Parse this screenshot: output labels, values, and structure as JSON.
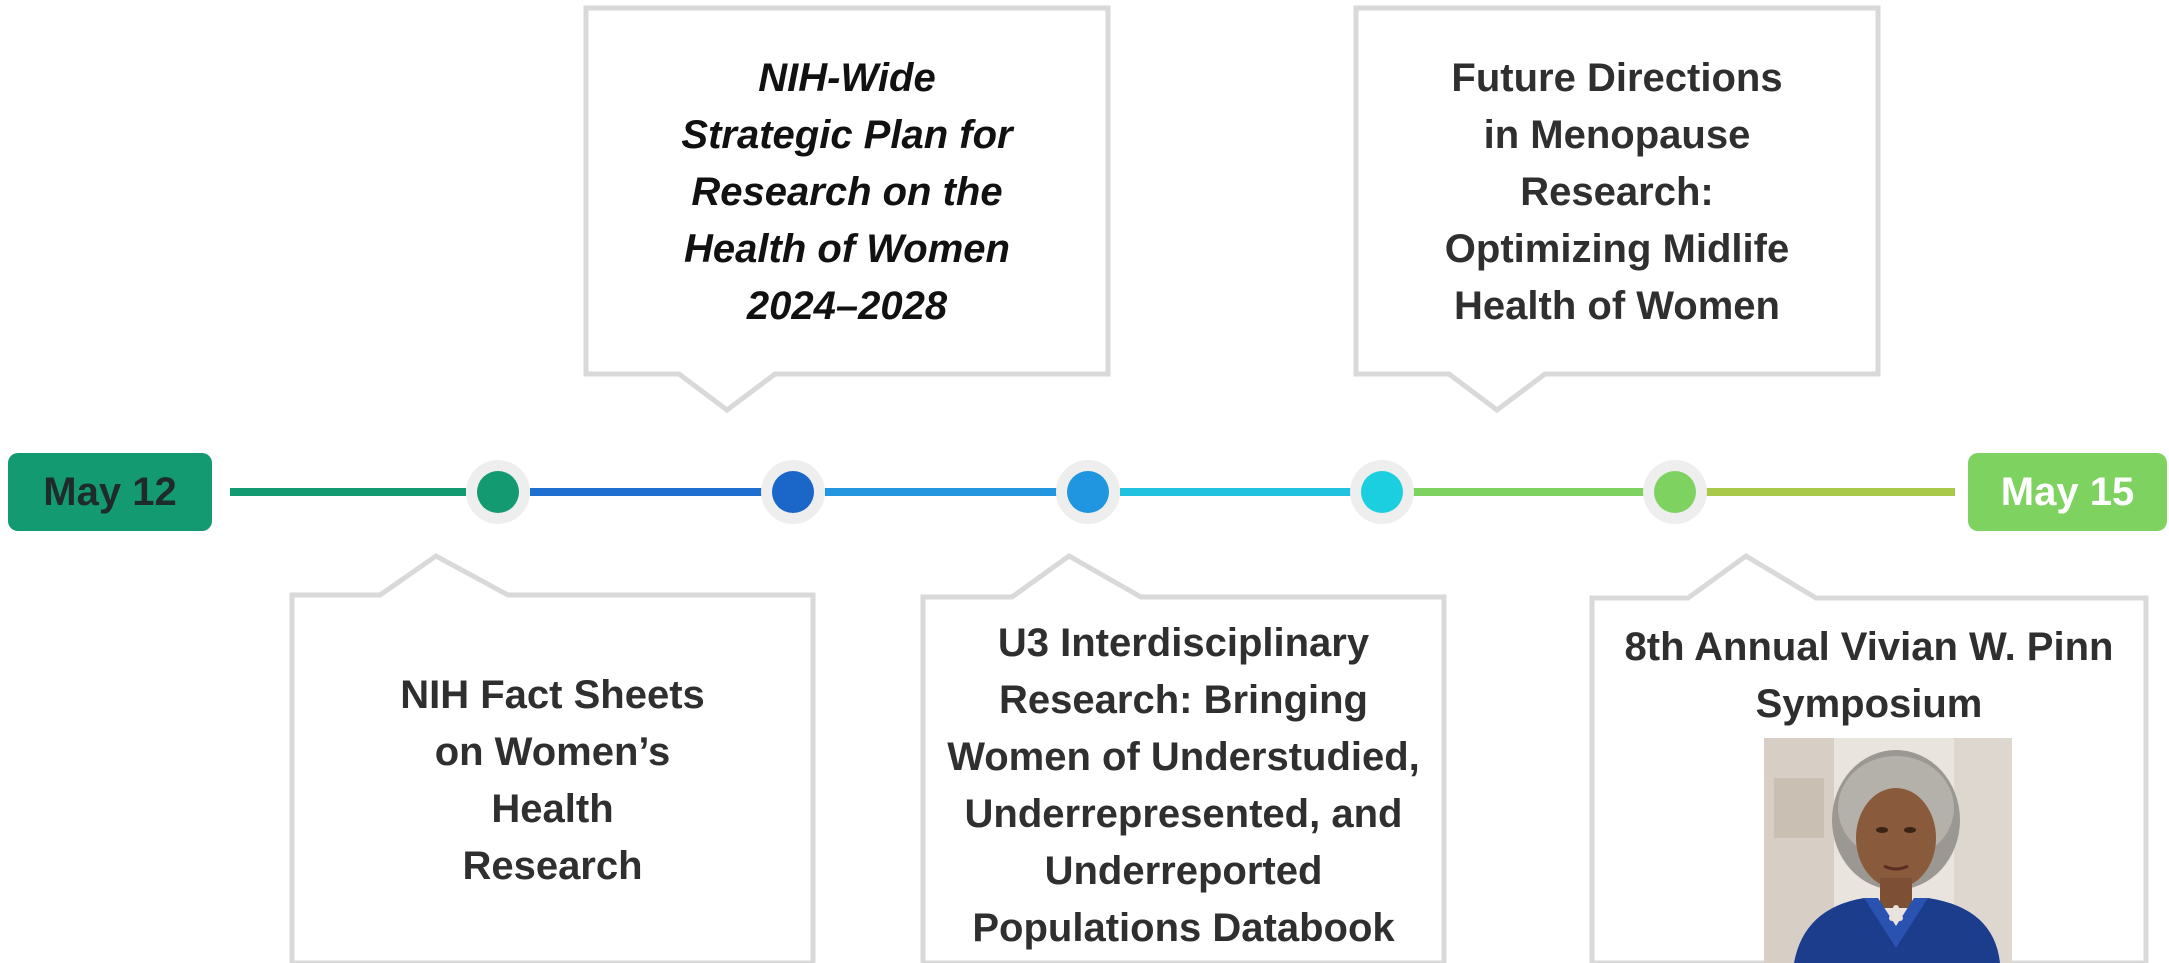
{
  "timeline": {
    "start_label": "May 12",
    "end_label": "May 15",
    "colors": {
      "start": "#139a70",
      "end": "#7ed260",
      "segments": [
        "#139a70",
        "#1e6fd0",
        "#2496e0",
        "#21c2e0",
        "#7ed260",
        "#a9c94a"
      ],
      "nodes": [
        "#139a70",
        "#1a66c9",
        "#1f96df",
        "#1ccfe0",
        "#7ed260"
      ]
    }
  },
  "events": {
    "fact_sheets": {
      "lines": [
        "NIH Fact Sheets",
        "on Women’s",
        "Health",
        "Research"
      ]
    },
    "strategic_plan": {
      "lines": [
        "NIH-Wide",
        "Strategic Plan for",
        "Research on the",
        "Health of Women",
        "2024–2028"
      ]
    },
    "u3_databook": {
      "lines": [
        "U3 Interdisciplinary",
        "Research: Bringing",
        "Women of Understudied,",
        "Underrepresented, and",
        "Underreported",
        "Populations Databook"
      ]
    },
    "menopause": {
      "lines": [
        "Future Directions",
        "in Menopause",
        "Research:",
        "Optimizing Midlife",
        "Health of Women"
      ]
    },
    "pinn_symposium": {
      "lines": [
        "8th Annual Vivian W. Pinn",
        "Symposium"
      ]
    }
  }
}
